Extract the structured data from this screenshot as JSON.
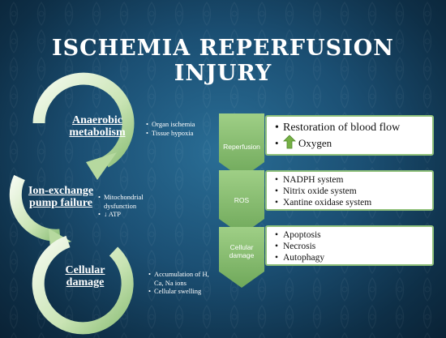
{
  "title": {
    "line1": "ISCHEMIA REPERFUSION",
    "line2": "INJURY"
  },
  "stages": [
    {
      "label": "Anaerobic metabolism",
      "bullets": [
        "Organ ischemia",
        "Tissue hypoxia"
      ]
    },
    {
      "label": "Ion-exchange pump failure",
      "bullets": [
        "Mitochondrial dysfunction",
        "↓ ATP"
      ]
    },
    {
      "label": "Cellular damage",
      "bullets": [
        "Accumulation of H, Ca, Na ions",
        "Cellular swelling"
      ]
    }
  ],
  "phases": [
    {
      "label": "Reperfusion",
      "items": [
        "Restoration of blood flow",
        "Oxygen"
      ]
    },
    {
      "label": "ROS",
      "items": [
        "NADPH system",
        "Nitrix oxide system",
        "Xantine oxidase system"
      ]
    },
    {
      "label": "Cellular damage",
      "items": [
        "Apoptosis",
        "Necrosis",
        "Autophagy"
      ]
    }
  ],
  "colors": {
    "accent_green": "#8fc07a",
    "arrow_light": "#e8f4dc",
    "background": "#1b4f73"
  }
}
